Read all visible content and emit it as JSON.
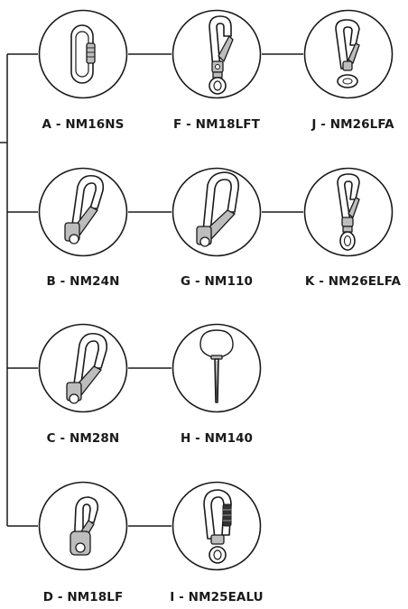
{
  "items": [
    {
      "code": "A - NM16NS",
      "icon": "oval-screwgate-carabiner-icon"
    },
    {
      "code": "F - NM18LFT",
      "icon": "locking-snap-hook-swivel-icon"
    },
    {
      "code": "J - NM26LFA",
      "icon": "aluminium-hook-swivel-icon"
    },
    {
      "code": "B - NM24N",
      "icon": "scaffold-hook-icon"
    },
    {
      "code": "G - NM110",
      "icon": "large-scaffold-hook-icon"
    },
    {
      "code": "K - NM26ELFA",
      "icon": "aluminium-hook-eye-swivel-icon"
    },
    {
      "code": "C - NM28N",
      "icon": "scaffold-hook-icon"
    },
    {
      "code": "H - NM140",
      "icon": "pole-strap-icon"
    },
    {
      "code": "D - NM18LF",
      "icon": "snap-hook-icon"
    },
    {
      "code": "I - NM25EALU",
      "icon": "aluminium-carabiner-swivel-icon"
    }
  ],
  "colors": {
    "line": "#1a1a1a",
    "fill": "#ffffff",
    "metal": "#bdbdbd"
  }
}
